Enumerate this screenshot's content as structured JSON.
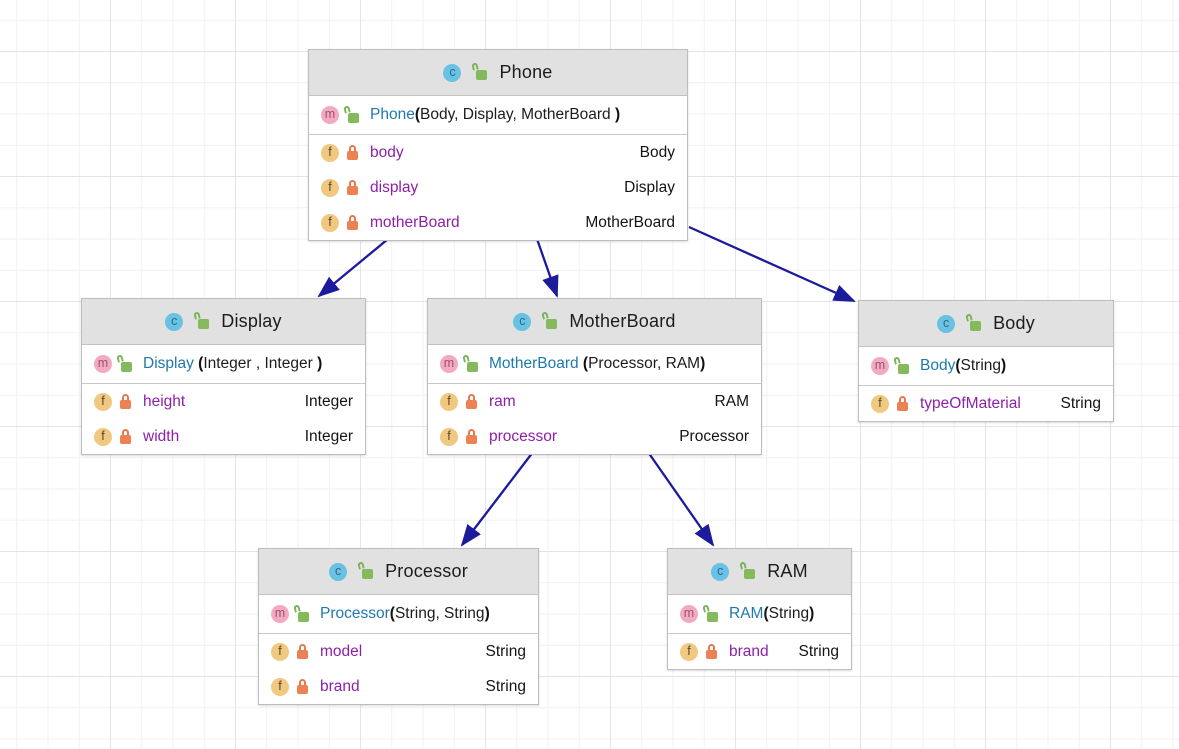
{
  "diagram": {
    "kind": "uml-class-diagram",
    "edges": [
      {
        "from": "Phone",
        "to": "Display"
      },
      {
        "from": "Phone",
        "to": "MotherBoard"
      },
      {
        "from": "Phone",
        "to": "Body"
      },
      {
        "from": "MotherBoard",
        "to": "Processor"
      },
      {
        "from": "MotherBoard",
        "to": "RAM"
      }
    ]
  },
  "icons": {
    "class_letter": "c",
    "method_letter": "m",
    "field_letter": "f"
  },
  "colors": {
    "edge": "#1b1b9c",
    "header_background": "#e1e1e1",
    "class_badge": "#69c1e4",
    "method_badge": "#f3a9c1",
    "field_badge": "#f0c87f",
    "public_lock": "#85ba5c",
    "private_lock": "#ec8154",
    "method_name": "#2079ae",
    "field_name": "#8e1fa8"
  },
  "classes": {
    "phone": {
      "title": "Phone",
      "ctor": {
        "name": "Phone",
        "open": "(",
        "params": "Body, Display, MotherBoard ",
        "close": ")"
      },
      "fields": [
        {
          "name": "body",
          "type": "Body"
        },
        {
          "name": "display",
          "type": "Display"
        },
        {
          "name": "motherBoard",
          "type": "MotherBoard"
        }
      ]
    },
    "display": {
      "title": "Display",
      "ctor": {
        "name": "Display ",
        "open": "(",
        "params": "Integer , Integer ",
        "close": ")"
      },
      "fields": [
        {
          "name": "height",
          "type": "Integer"
        },
        {
          "name": "width",
          "type": "Integer"
        }
      ]
    },
    "motherboard": {
      "title": "MotherBoard",
      "ctor": {
        "name": "MotherBoard ",
        "open": "(",
        "params": "Processor, RAM",
        "close": ")"
      },
      "fields": [
        {
          "name": "ram",
          "type": "RAM"
        },
        {
          "name": "processor",
          "type": "Processor"
        }
      ]
    },
    "body": {
      "title": "Body",
      "ctor": {
        "name": "Body",
        "open": "(",
        "params": "String",
        "close": ")"
      },
      "fields": [
        {
          "name": "typeOfMaterial",
          "type": "String"
        }
      ]
    },
    "processor": {
      "title": "Processor",
      "ctor": {
        "name": "Processor",
        "open": "(",
        "params": "String, String",
        "close": ")"
      },
      "fields": [
        {
          "name": "model",
          "type": "String"
        },
        {
          "name": "brand",
          "type": "String"
        }
      ]
    },
    "ram": {
      "title": "RAM",
      "ctor": {
        "name": "RAM",
        "open": "(",
        "params": "String",
        "close": ")"
      },
      "fields": [
        {
          "name": "brand",
          "type": "String"
        }
      ]
    }
  }
}
